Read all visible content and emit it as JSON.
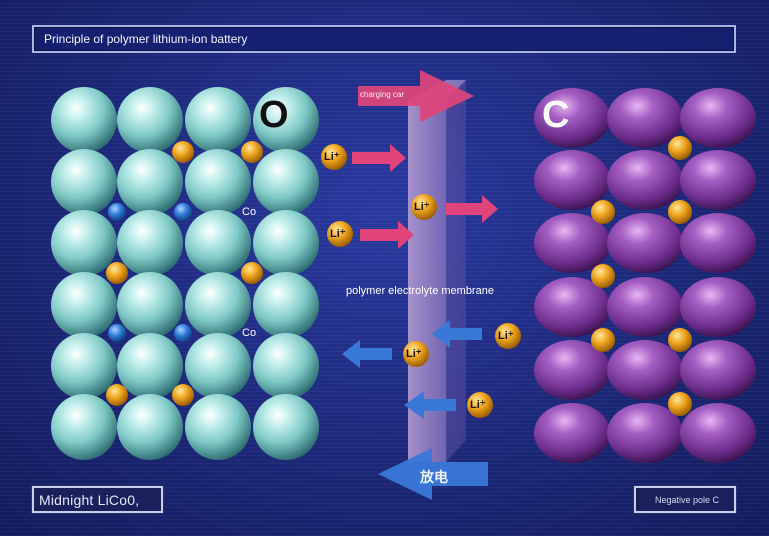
{
  "title": "Principle of polymer lithium-ion battery",
  "cathode_label": "Midnight LiCo0,",
  "anode_label": "Negative pole C",
  "membrane_label": "polymer electrolyte membrane",
  "charging_label": "charging car",
  "discharge_label": "放电",
  "ion_label": "Li⁺",
  "cobalt_label": "Co",
  "pole_positive": "O",
  "pole_negative": "C",
  "colors": {
    "background": "#1d2a7a",
    "cathode_sphere": "#8fd3d0",
    "anode_sphere": "#8c4aa8",
    "lithium_ion": "#e19a10",
    "cobalt": "#2d6fd0",
    "charge_arrow": "#e0447a",
    "discharge_arrow": "#3a78d8",
    "membrane": "#9f8fcf"
  }
}
